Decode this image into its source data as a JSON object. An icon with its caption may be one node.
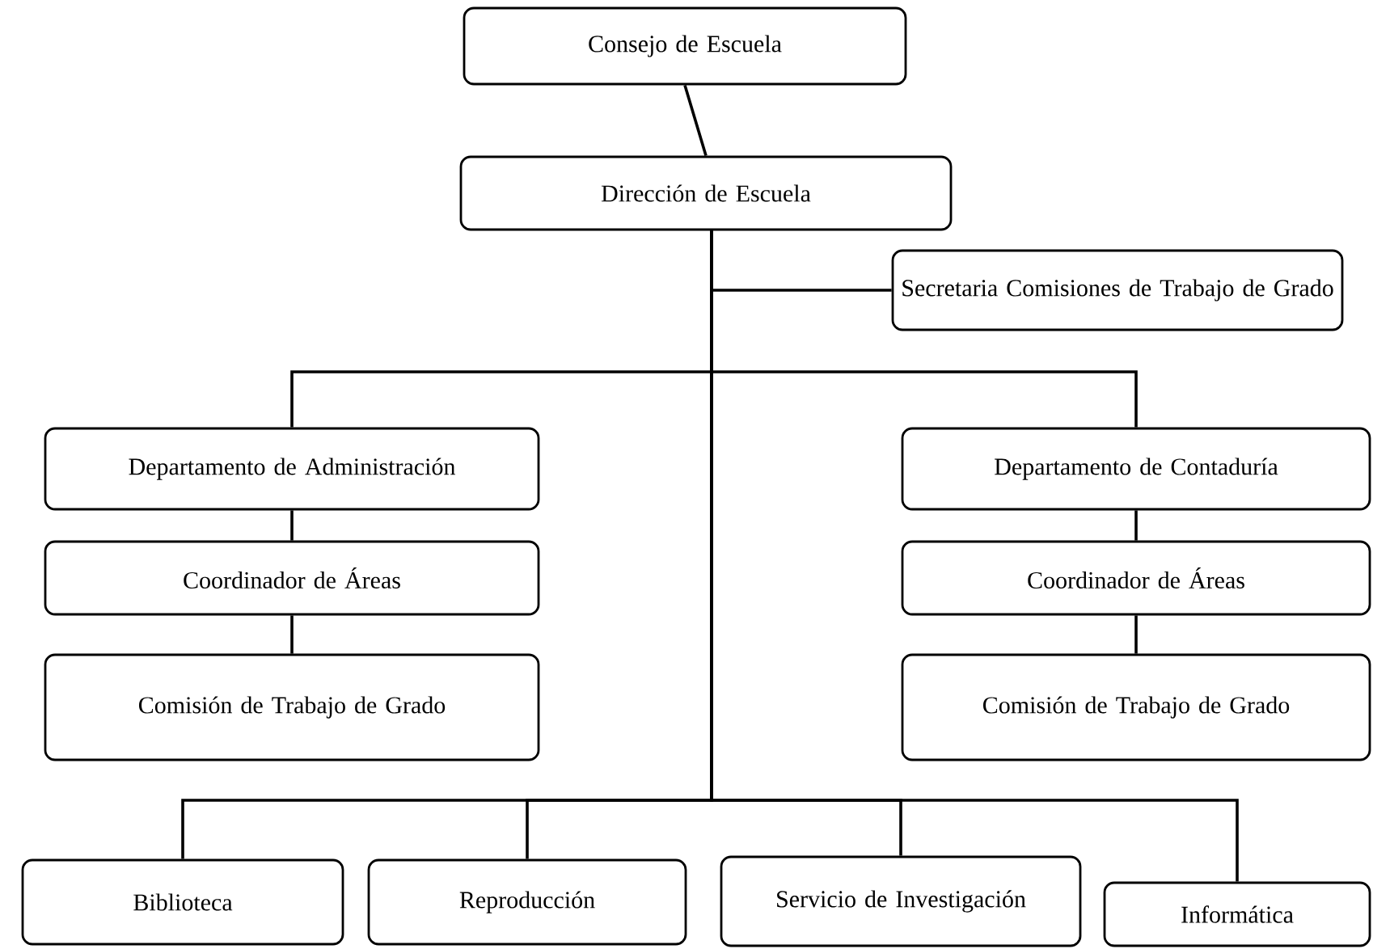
{
  "diagram": {
    "nodes": [
      {
        "text": [
          "Consejo de Escuela"
        ]
      },
      {
        "text": [
          "Dirección de Escuela"
        ]
      },
      {
        "text": [
          "Secretaria Comisiones de Trabajo de Grado"
        ]
      },
      {
        "text": [
          "Departamento de Administración"
        ]
      },
      {
        "text": [
          "Coordinador de Áreas"
        ]
      },
      {
        "text": [
          "Comisión de Trabajo de Grado"
        ]
      },
      {
        "text": [
          "Departamento de Contaduría"
        ]
      },
      {
        "text": [
          "Coordinador de Áreas"
        ]
      },
      {
        "text": [
          "Comisión de Trabajo de Grado"
        ]
      },
      {
        "text": [
          "Biblioteca"
        ]
      },
      {
        "text": [
          "Reproducción"
        ]
      },
      {
        "text": [
          "Servicio de Investigación"
        ]
      },
      {
        "text": [
          "Informática"
        ]
      }
    ],
    "edges": [
      {
        "from": 0,
        "to": 1,
        "arrow": "none"
      },
      {
        "from": 1,
        "to": 2,
        "arrow": "none"
      },
      {
        "from": 1,
        "to": 3,
        "arrow": "none"
      },
      {
        "from": 1,
        "to": 6,
        "arrow": "none"
      },
      {
        "from": 3,
        "to": 4,
        "arrow": "none"
      },
      {
        "from": 4,
        "to": 5,
        "arrow": "none"
      },
      {
        "from": 6,
        "to": 7,
        "arrow": "none"
      },
      {
        "from": 7,
        "to": 8,
        "arrow": "none"
      },
      {
        "from": 1,
        "to": 9,
        "arrow": "none"
      },
      {
        "from": 1,
        "to": 10,
        "arrow": "none"
      },
      {
        "from": 1,
        "to": 11,
        "arrow": "none"
      },
      {
        "from": 1,
        "to": 12,
        "arrow": "none"
      }
    ]
  }
}
